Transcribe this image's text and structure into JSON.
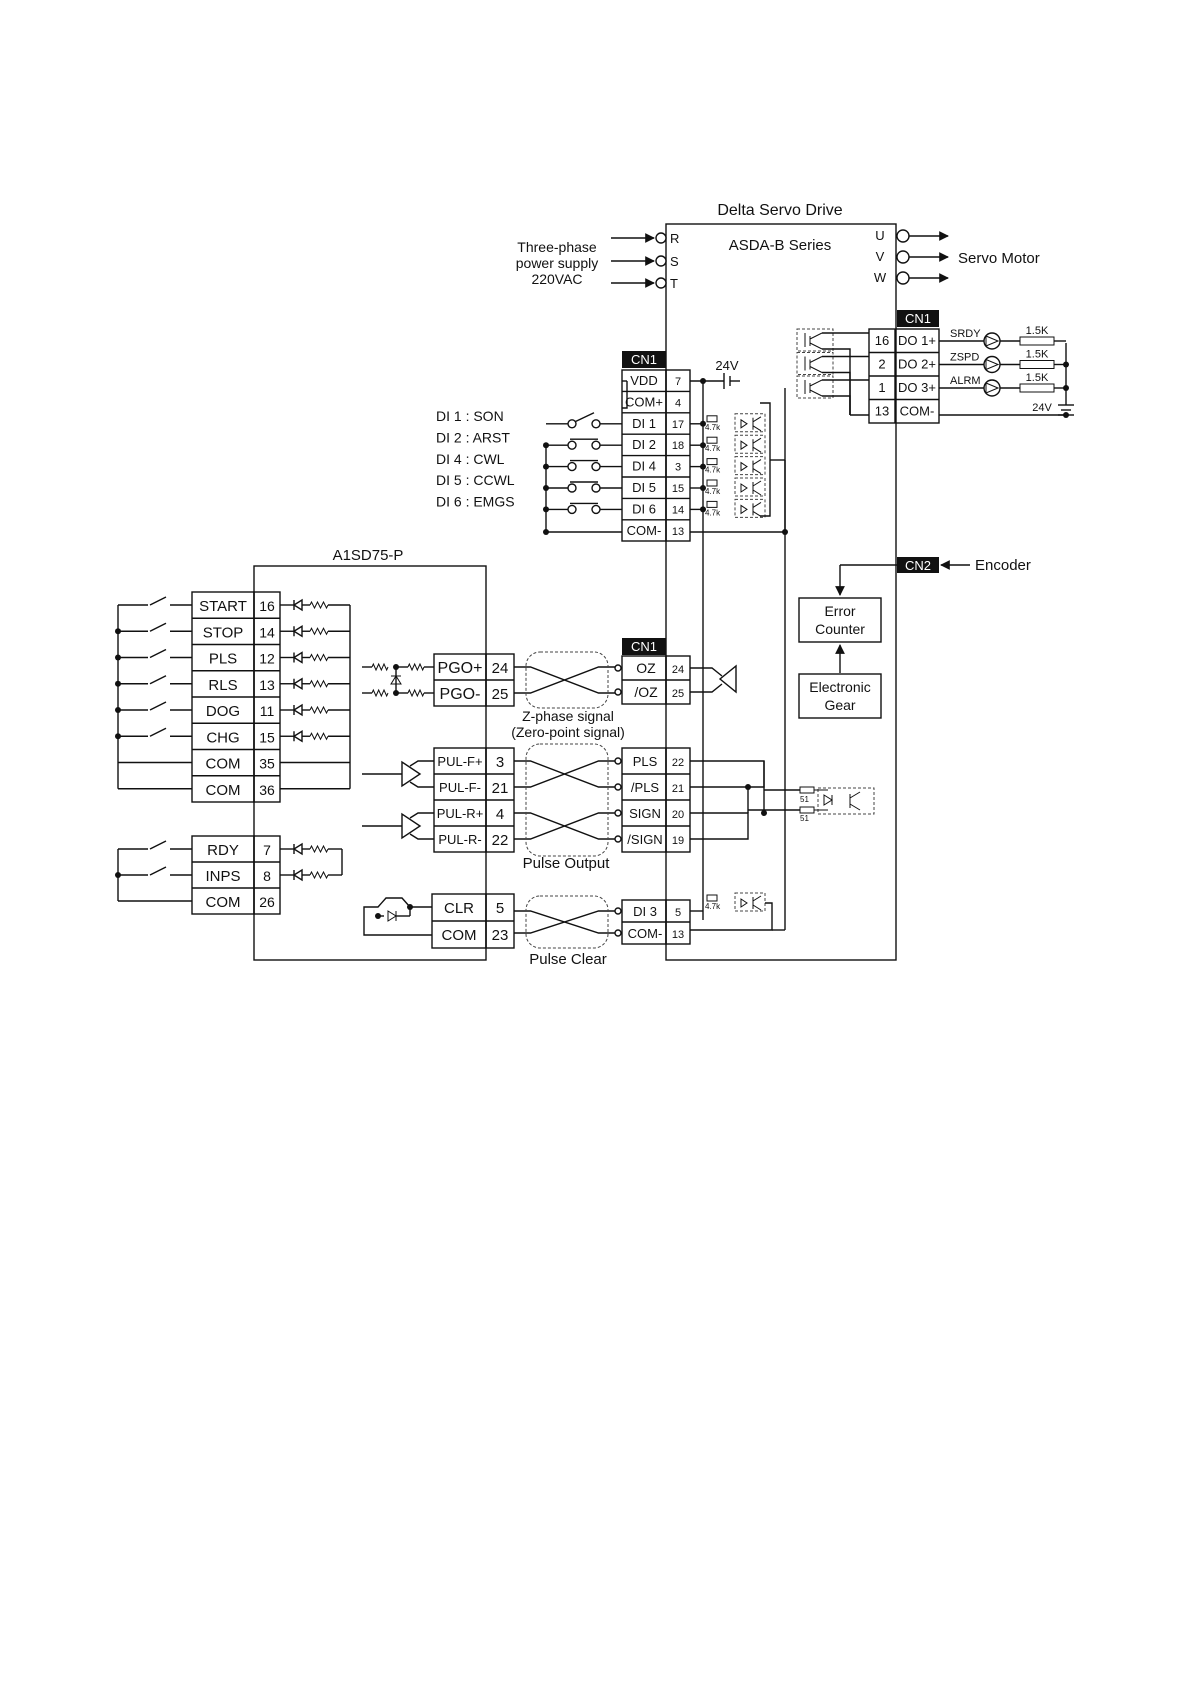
{
  "drive": {
    "title": "Delta Servo Drive",
    "series": "ASDA-B Series",
    "power_label": [
      "Three-phase",
      "power supply",
      "220VAC"
    ],
    "power_terminals": [
      "R",
      "S",
      "T"
    ],
    "motor_terminals": [
      "U",
      "V",
      "W"
    ],
    "motor_label": "Servo Motor",
    "encoder_label": "Encoder",
    "cn1": "CN1",
    "cn2": "CN2",
    "error_counter": [
      "Error",
      "Counter"
    ],
    "electronic_gear": [
      "Electronic",
      "Gear"
    ],
    "supply_24v": "24V",
    "di_rows": [
      {
        "name": "VDD",
        "pin": "7"
      },
      {
        "name": "COM+",
        "pin": "4"
      },
      {
        "name": "DI 1",
        "pin": "17"
      },
      {
        "name": "DI 2",
        "pin": "18"
      },
      {
        "name": "DI 4",
        "pin": "3"
      },
      {
        "name": "DI 5",
        "pin": "15"
      },
      {
        "name": "DI 6",
        "pin": "14"
      },
      {
        "name": "COM-",
        "pin": "13"
      }
    ],
    "di_legend": [
      "DI 1 : SON",
      "DI 2 : ARST",
      "DI 4 : CWL",
      "DI 5 : CCWL",
      "DI 6 : EMGS"
    ],
    "do_rows": [
      {
        "pin": "16",
        "name": "DO 1+",
        "signal": "SRDY",
        "res": "1.5K"
      },
      {
        "pin": "2",
        "name": "DO 2+",
        "signal": "ZSPD",
        "res": "1.5K"
      },
      {
        "pin": "1",
        "name": "DO 3+",
        "signal": "ALRM",
        "res": "1.5K"
      },
      {
        "pin": "13",
        "name": "COM-",
        "signal": "",
        "res": ""
      }
    ],
    "do_24v": "24V",
    "oz_rows": [
      {
        "name": "OZ",
        "pin": "24"
      },
      {
        "name": "/OZ",
        "pin": "25"
      }
    ],
    "pulse_rows": [
      {
        "name": "PLS",
        "pin": "22"
      },
      {
        "name": "/PLS",
        "pin": "21"
      },
      {
        "name": "SIGN",
        "pin": "20"
      },
      {
        "name": "/SIGN",
        "pin": "19"
      }
    ],
    "clr_rows": [
      {
        "name": "DI 3",
        "pin": "5"
      },
      {
        "name": "COM-",
        "pin": "13"
      }
    ],
    "res_47k": "4.7k",
    "res_51": "51"
  },
  "module": {
    "title": "A1SD75-P",
    "inputs": [
      {
        "name": "START",
        "pin": "16"
      },
      {
        "name": "STOP",
        "pin": "14"
      },
      {
        "name": "PLS",
        "pin": "12"
      },
      {
        "name": "RLS",
        "pin": "13"
      },
      {
        "name": "DOG",
        "pin": "11"
      },
      {
        "name": "CHG",
        "pin": "15"
      },
      {
        "name": "COM",
        "pin": "35"
      },
      {
        "name": "COM",
        "pin": "36"
      }
    ],
    "ready": [
      {
        "name": "RDY",
        "pin": "7"
      },
      {
        "name": "INPS",
        "pin": "8"
      },
      {
        "name": "COM",
        "pin": "26"
      }
    ],
    "pgo": [
      {
        "name": "PGO+",
        "pin": "24"
      },
      {
        "name": "PGO-",
        "pin": "25"
      }
    ],
    "pul": [
      {
        "name": "PUL-F+",
        "pin": "3"
      },
      {
        "name": "PUL-F-",
        "pin": "21"
      },
      {
        "name": "PUL-R+",
        "pin": "4"
      },
      {
        "name": "PUL-R-",
        "pin": "22"
      }
    ],
    "clr": [
      {
        "name": "CLR",
        "pin": "5"
      },
      {
        "name": "COM",
        "pin": "23"
      }
    ]
  },
  "captions": {
    "zphase": [
      "Z-phase signal",
      "(Zero-point signal)"
    ],
    "pulse_output": "Pulse Output",
    "pulse_clear": "Pulse Clear"
  }
}
